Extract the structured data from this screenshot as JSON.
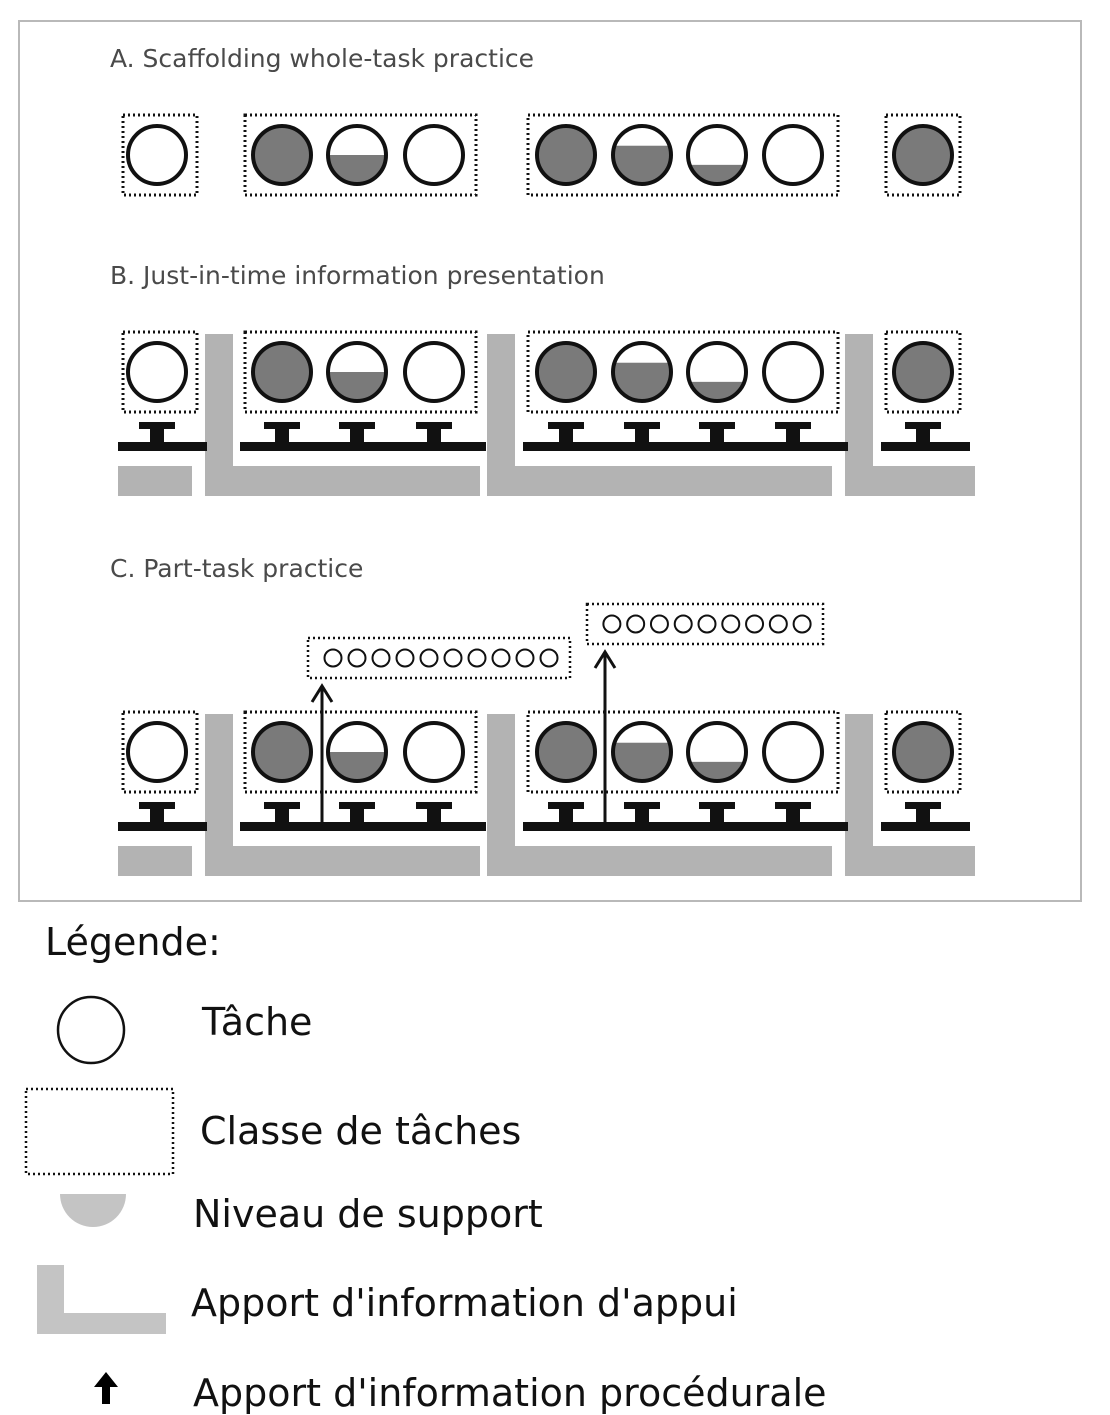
{
  "diagram": {
    "sections": [
      {
        "id": "A",
        "title": "A. Scaffolding whole-task practice",
        "support_info": false,
        "procedural_info": false,
        "part_task": false
      },
      {
        "id": "B",
        "title": "B. Just-in-time information presentation",
        "support_info": true,
        "procedural_info": true,
        "part_task": false
      },
      {
        "id": "C",
        "title": "C. Part-task practice",
        "support_info": true,
        "procedural_info": true,
        "part_task": true
      }
    ],
    "task_classes": [
      {
        "support_levels": [
          0
        ]
      },
      {
        "support_levels": [
          1,
          0.5,
          0
        ]
      },
      {
        "support_levels": [
          1,
          0.66,
          0.33,
          0
        ]
      },
      {
        "support_levels": [
          1
        ]
      }
    ],
    "part_task_groups": [
      {
        "count": 10
      },
      {
        "count": 9
      }
    ],
    "colors": {
      "fill": "#7a7a7a",
      "support_bar": "#b3b3b3",
      "outline": "#111111"
    }
  },
  "legend": {
    "title": "Légende:",
    "items": [
      {
        "icon": "circle-icon",
        "label": "Tâche"
      },
      {
        "icon": "dotted-rectangle-icon",
        "label": "Classe de tâches"
      },
      {
        "icon": "half-circle-icon",
        "label": "Niveau de support"
      },
      {
        "icon": "l-shape-icon",
        "label": "Apport d'information d'appui"
      },
      {
        "icon": "up-arrow-icon",
        "label": "Apport d'information procédurale"
      }
    ]
  }
}
